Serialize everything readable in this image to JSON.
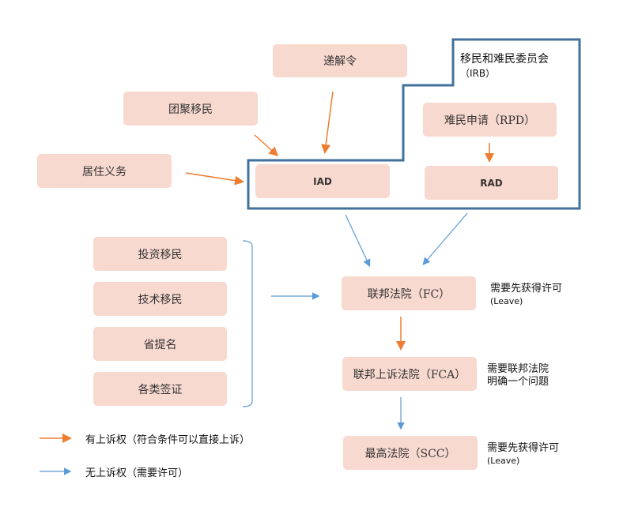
{
  "colors": {
    "box_fill": "#f8d9cf",
    "orange_arrow": "#ed7d31",
    "blue_arrow": "#5b9bd5",
    "irb_border": "#41719c"
  },
  "irb": {
    "label": "移民和难民委员会",
    "abbr": "（IRB）"
  },
  "nodes": {
    "jiejieling": "递解令",
    "tuanju": "团聚移民",
    "juzhu": "居住义务",
    "iad": "IAD",
    "rpd": "难民申请（RPD）",
    "rad": "RAD",
    "touzi": "投资移民",
    "jishu": "技术移民",
    "shengti": "省提名",
    "qianzheng": "各类签证",
    "fc": "联邦法院（FC）",
    "fca": "联邦上诉法院（FCA）",
    "scc": "最高法院（SCC）"
  },
  "notes": {
    "fc": {
      "line1": "需要先获得许可",
      "line2": "(Leave)"
    },
    "fca": {
      "line1": "需要联邦法院",
      "line2": "明确一个问题"
    },
    "scc": {
      "line1": "需要先获得许可",
      "line2": "(Leave)"
    }
  },
  "legend": {
    "orange": "有上诉权（符合条件可以直接上诉）",
    "blue": "无上诉权（需要许可）"
  }
}
